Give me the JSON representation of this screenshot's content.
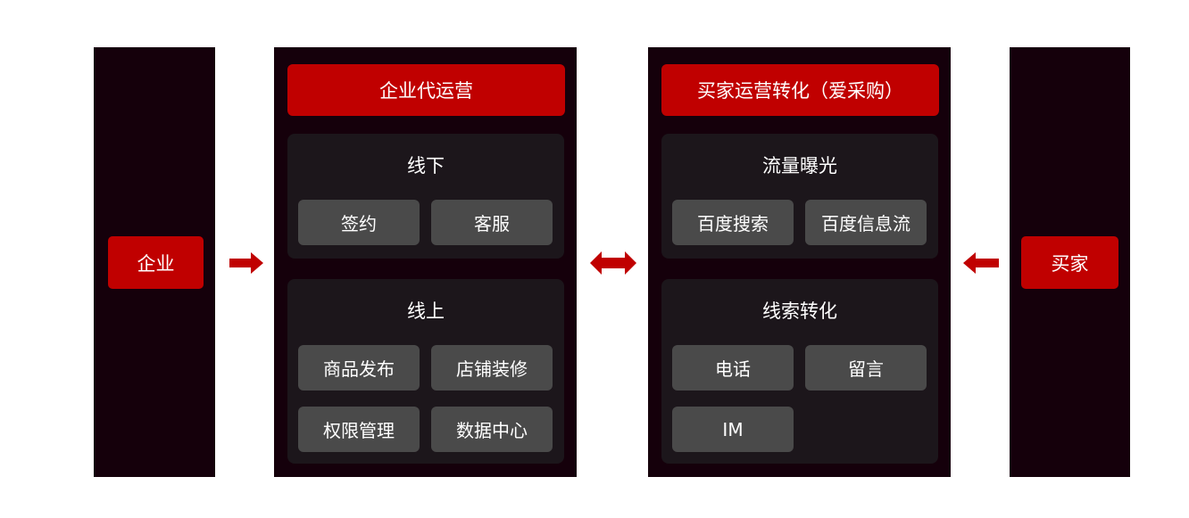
{
  "colors": {
    "panel_bg": "#15000b",
    "accent_red": "#c00000",
    "card_bg": "#1c161b",
    "chip_bg": "#4a4a4a",
    "text": "#ffffff"
  },
  "left_actor": {
    "label": "企业"
  },
  "right_actor": {
    "label": "买家"
  },
  "arrows": {
    "left": "arrow-right-icon",
    "middle": "double-arrow-icon",
    "right": "arrow-left-icon"
  },
  "enterprise_ops": {
    "title": "企业代运营",
    "offline": {
      "title": "线下",
      "items": [
        "签约",
        "客服"
      ]
    },
    "online": {
      "title": "线上",
      "items": [
        "商品发布",
        "店铺装修",
        "权限管理",
        "数据中心"
      ]
    }
  },
  "buyer_ops": {
    "title": "买家运营转化（爱采购）",
    "traffic": {
      "title": "流量曝光",
      "items": [
        "百度搜索",
        "百度信息流"
      ]
    },
    "leads": {
      "title": "线索转化",
      "items": [
        "电话",
        "留言",
        "IM"
      ]
    }
  }
}
